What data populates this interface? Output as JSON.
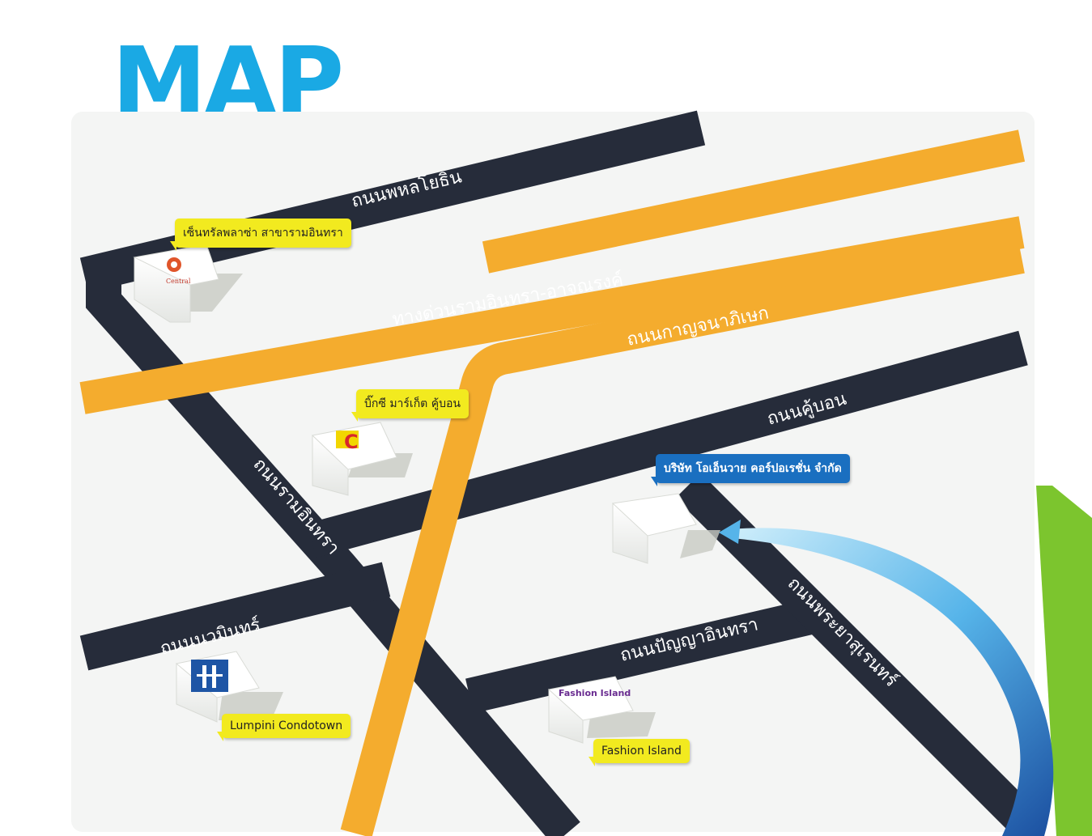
{
  "title": "MAP",
  "roads": {
    "phahonyothin": "ถนนพหลโยธิน",
    "expressway": "ทางด่วนรามอินทรา-อาจณรงค์",
    "kanchanaphisek": "ถนนกาญจนาภิเษก",
    "khubon": "ถนนคู้บอน",
    "ramintra": "ถนนรามอินทรา",
    "nawamin": "ถนนนวมินทร์",
    "panya_indra": "ถนนปัญญาอินทรา",
    "phraya_suren": "ถนนพระยาสุเรนทร์"
  },
  "landmarks": {
    "central": {
      "label": "เซ็นทรัลพลาซ่า สาขารามอินทรา",
      "logo_text": "Central"
    },
    "bigc": {
      "label": "บิ๊กซี มาร์เก็ต คู้บอน",
      "logo_text": "C"
    },
    "company": {
      "label": "บริษัท โอเอ็นวาย คอร์ปอเรชั่น จำกัด"
    },
    "lumpini": {
      "label": "Lumpini Condotown"
    },
    "fashion": {
      "label": "Fashion Island",
      "logo_text": "Fashion Island"
    }
  },
  "colors": {
    "title": "#1aa9e4",
    "road": "#262c3a",
    "expressway": "#f4ac2e",
    "callout": "#f2ea1f",
    "callout_company": "#1a6fc0",
    "arrow": "#3f86c9",
    "accent_green": "#7cc52e",
    "map_bg": "#f4f5f4"
  }
}
